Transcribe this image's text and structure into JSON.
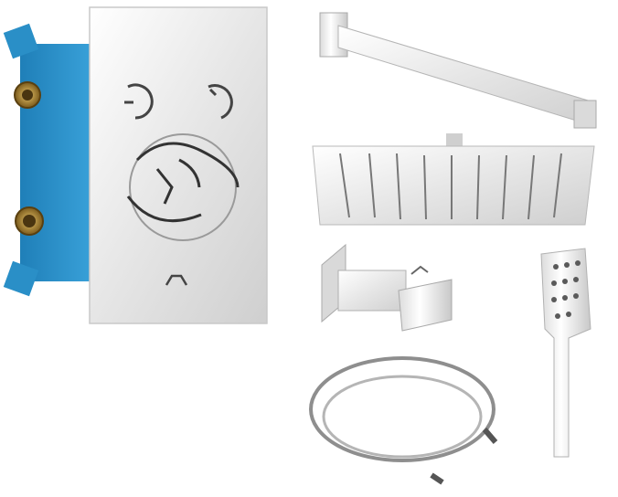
{
  "scene": {
    "background": "#ffffff",
    "items": [
      {
        "name": "concealed-mixer-box",
        "color": "#2a8fc7"
      },
      {
        "name": "trim-plate",
        "color": "#f2f2f2"
      },
      {
        "name": "shower-arm",
        "color": "#e8e8e8"
      },
      {
        "name": "rain-shower-head",
        "color": "#ececec"
      },
      {
        "name": "wall-outlet-bracket",
        "color": "#ededed"
      },
      {
        "name": "shower-hose",
        "color": "#9a9a9a"
      },
      {
        "name": "hand-shower",
        "color": "#efefef"
      }
    ]
  }
}
